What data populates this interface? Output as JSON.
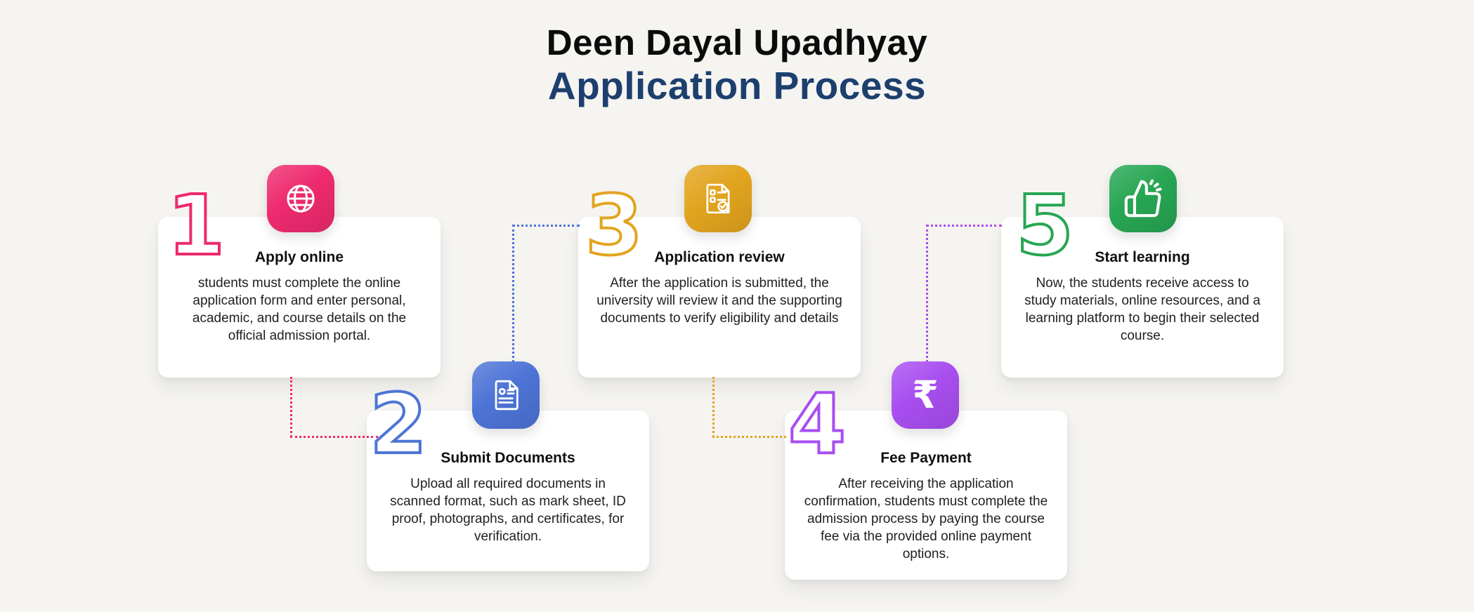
{
  "background_color": "#f5f4f1",
  "title": {
    "line1": "Deen Dayal Upadhyay",
    "line2": "Application Process",
    "line1_color": "#0b0b0b",
    "line2_color": "#1c3f6e"
  },
  "steps": [
    {
      "number": "1",
      "title": "Apply online",
      "description": "students must complete the online application form and enter personal, academic, and course details on the official admission portal.",
      "color": "#ee2a6e",
      "icon": "globe-icon"
    },
    {
      "number": "2",
      "title": "Submit Documents",
      "description": "Upload all required documents in scanned format, such as mark sheet, ID proof, photographs, and certificates, for verification.",
      "color": "#4d74d6",
      "icon": "id-document-icon"
    },
    {
      "number": "3",
      "title": "Application review",
      "description": "After the application is submitted, the university will review it and the supporting documents to verify eligibility and details",
      "color": "#e2a41f",
      "icon": "review-checklist-icon"
    },
    {
      "number": "4",
      "title": "Fee Payment",
      "description": "After receiving the application confirmation, students must complete the admission process by paying the course fee via the provided online payment options.",
      "color": "#a84ef0",
      "icon": "rupee-icon",
      "glyph": "₹"
    },
    {
      "number": "5",
      "title": "Start learning",
      "description": "Now, the students receive access to study materials, online resources, and a learning platform to begin their selected course.",
      "color": "#27a653",
      "icon": "thumbs-up-icon"
    }
  ]
}
